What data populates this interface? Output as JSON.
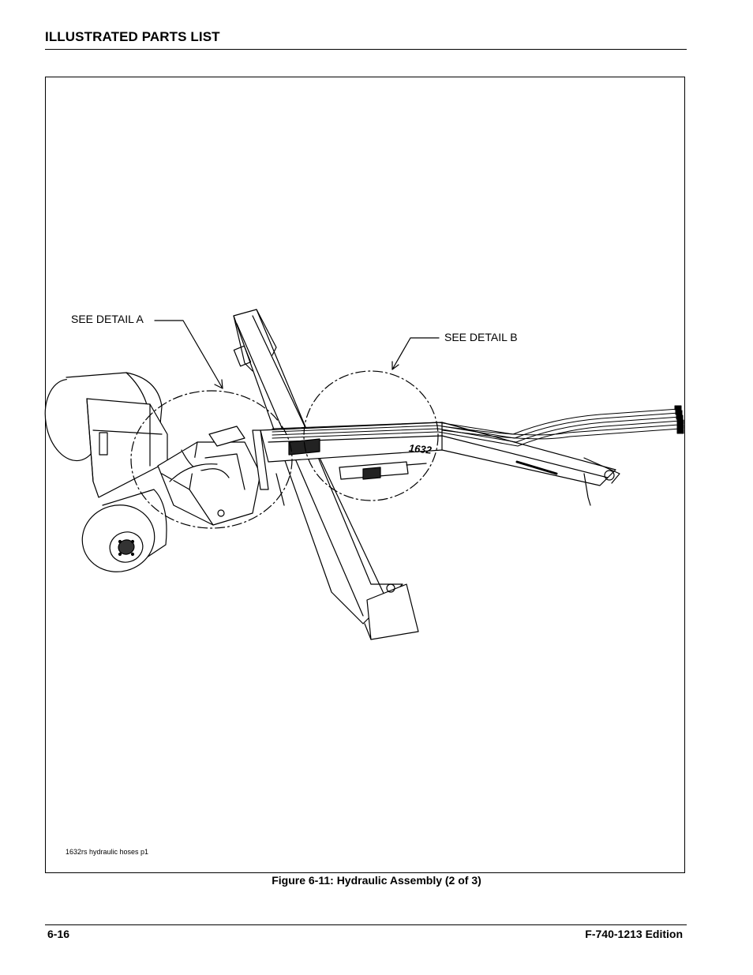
{
  "header": {
    "title": "ILLUSTRATED PARTS LIST"
  },
  "figure": {
    "callout_a": "SEE DETAIL A",
    "callout_b": "SEE DETAIL B",
    "machine_label": "1632",
    "file_reference": "1632rs hydraulic hoses p1",
    "caption": "Figure 6-11:  Hydraulic Assembly (2 of 3)"
  },
  "footer": {
    "page_number": "6-16",
    "edition": "F-740-1213 Edition"
  }
}
